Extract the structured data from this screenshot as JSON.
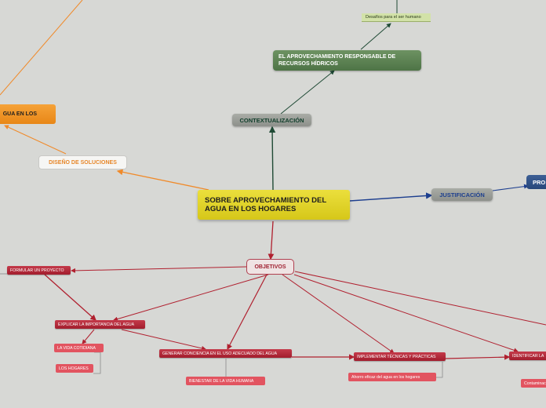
{
  "map": {
    "central": "SOBRE APROVECHAMIENTO DEL AGUA EN LOS HOGARES",
    "contextualizacion": "CONTEXTUALIZACIÓN",
    "aprovechamiento": "EL APROVECHAMIENTO RESPONSABLE DE RECURSOS HÍDRICOS",
    "desafios": "Desafíos para el ser humano",
    "justificacion": "JUSTIFICACIÓN",
    "pro": "PRO",
    "agua_en_los": "GUA EN LOS",
    "disenio": "DISEÑO DE SOLUCIONES",
    "objetivos": "OBJETIVOS",
    "formular": "FORMULAR UN PROYECTO",
    "explicar": "EXPLICAR LA IMPORTANCIA DEL AGUA",
    "vida": "LA VIDA COTIDIANA",
    "hogares": "LOS HOGARES",
    "generar": "GENERAR CONCIENCIA EN EL USO ADECUADO DEL AGUA",
    "bienestar": "BIENESTAR DE LA VIDA HUMANA",
    "implementar": "IMPLEMENTAR TÉCNICAS Y PRÁCTICAS",
    "ahorro": "Ahorro eficaz del agua en los hogares",
    "identificar": "IDENTIFICAR LA",
    "contam": "Contaminac"
  },
  "colors": {
    "background": "#d7d8d5",
    "central": "#e2d42a",
    "green_branch": "#1f5a3c",
    "blue_branch": "#1d3f8f",
    "orange_branch": "#f08a2a",
    "red_branch": "#b0202f"
  }
}
